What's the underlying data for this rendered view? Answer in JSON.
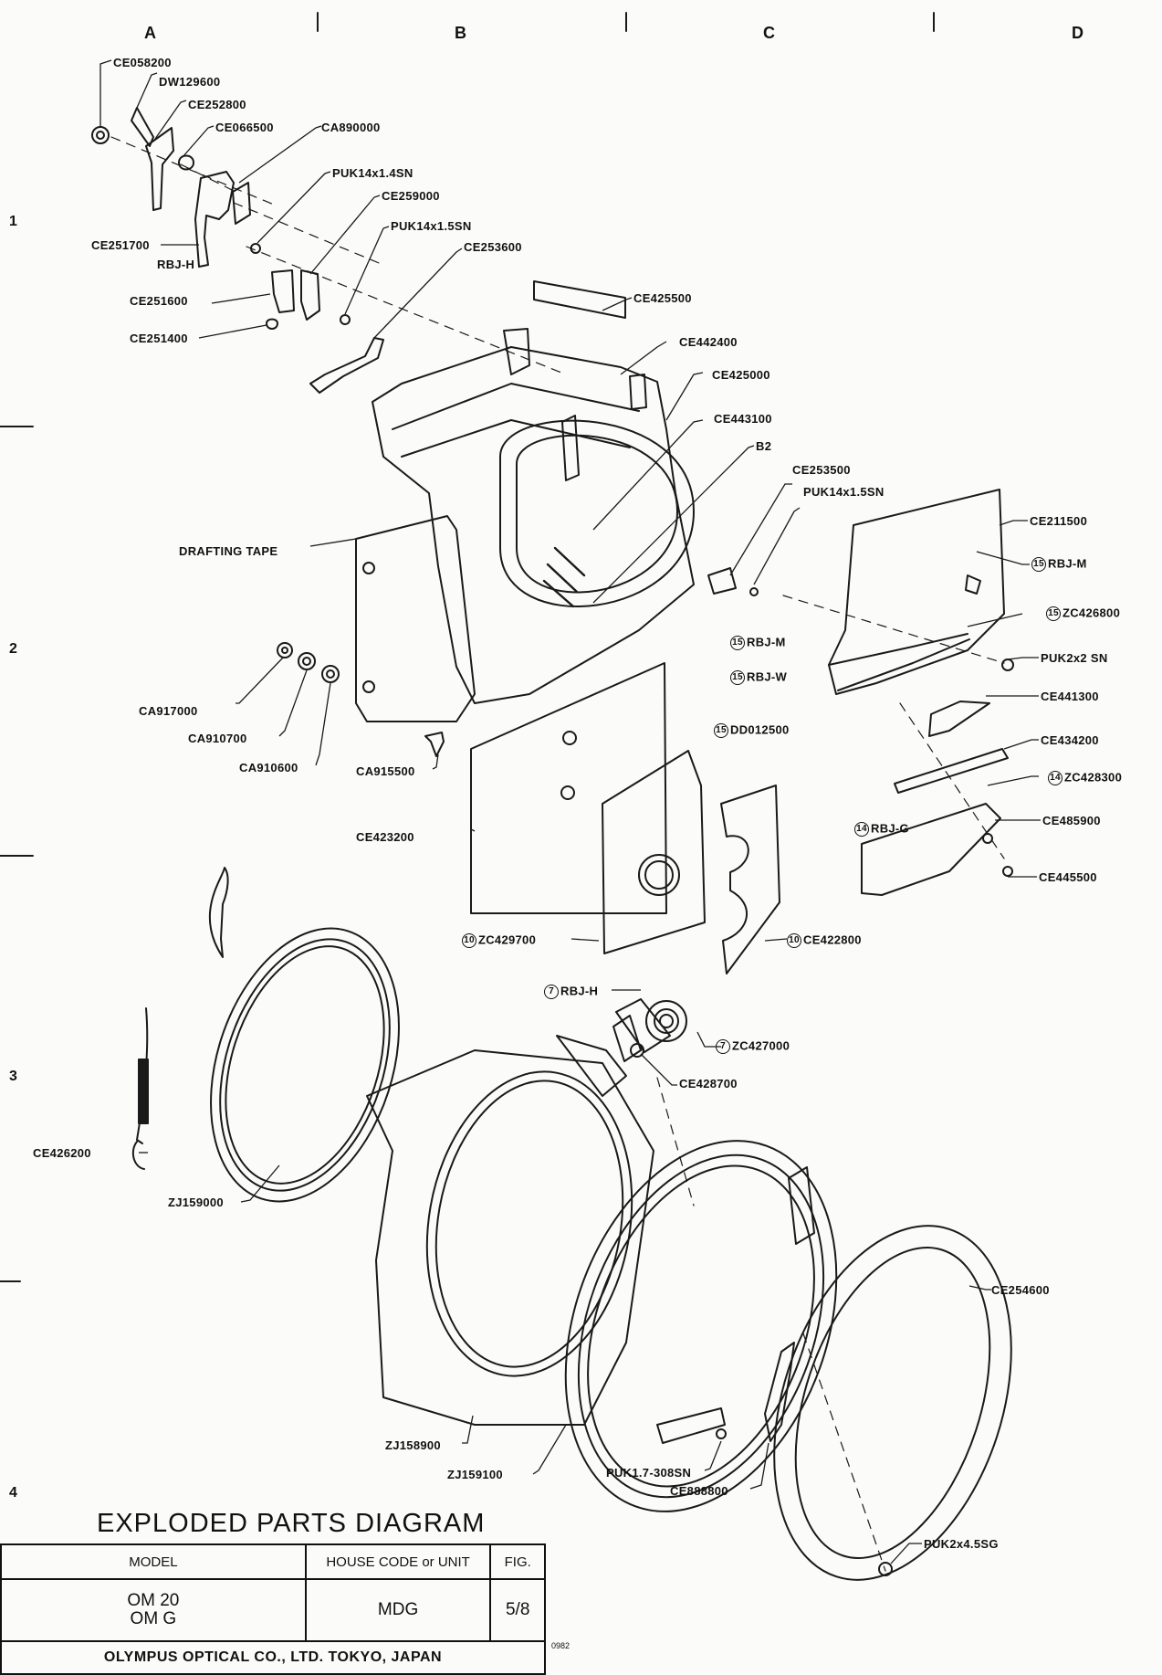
{
  "columns": [
    "A",
    "B",
    "C",
    "D"
  ],
  "rows": [
    "1",
    "2",
    "3",
    "4"
  ],
  "labels": {
    "ce058200": "CE058200",
    "dw129600": "DW129600",
    "ce252800": "CE252800",
    "ce066500": "CE066500",
    "ca890000": "CA890000",
    "puk14x14sn": "PUK14x1.4SN",
    "ce259000": "CE259000",
    "puk14x15sn_a": "PUK14x1.5SN",
    "ce253600": "CE253600",
    "ce251700": "CE251700",
    "rbjh_a": "RBJ-H",
    "ce251600": "CE251600",
    "ce251400": "CE251400",
    "ce425500": "CE425500",
    "ce442400": "CE442400",
    "ce425000": "CE425000",
    "ce443100": "CE443100",
    "b2": "B2",
    "ce253500": "CE253500",
    "puk14x15sn_b": "PUK14x1.5SN",
    "ce211500": "CE211500",
    "drafting_tape": "DRAFTING TAPE",
    "rbjm_a": "RBJ-M",
    "zc426800": "ZC426800",
    "rbjm_b": "RBJ-M",
    "puk2x2sn": "PUK2x2 SN",
    "rbjw": "RBJ-W",
    "ce441300": "CE441300",
    "dd012500": "DD012500",
    "ce434200": "CE434200",
    "zc428300": "ZC428300",
    "ce485900": "CE485900",
    "rbjg": "RBJ-G",
    "ce445500": "CE445500",
    "ca917000": "CA917000",
    "ca910700": "CA910700",
    "ca910600": "CA910600",
    "ca915500": "CA915500",
    "ce423200": "CE423200",
    "zc429700": "ZC429700",
    "ce422800": "CE422800",
    "rbjh_b": "RBJ-H",
    "zc427000": "ZC427000",
    "ce428700": "CE428700",
    "ce426200": "CE426200",
    "zj159000": "ZJ159000",
    "zj158900": "ZJ158900",
    "zj159100": "ZJ159100",
    "puk17_308sn": "PUK1.7-308SN",
    "ce888800": "CE888800",
    "ce254600": "CE254600",
    "puk2x45sg": "PUK2x4.5SG"
  },
  "circled": {
    "n15": "15",
    "n14": "14",
    "n10": "10",
    "n7": "7"
  },
  "title_block": {
    "heading": "EXPLODED PARTS DIAGRAM",
    "model_header": "MODEL",
    "house_code_header": "HOUSE CODE or UNIT",
    "fig_header": "FIG.",
    "model_line1": "OM 20",
    "model_line2": "OM G",
    "house_code": "MDG",
    "fig": "5/8",
    "company": "OLYMPUS OPTICAL CO., LTD. TOKYO, JAPAN",
    "doc_code": "0982"
  }
}
